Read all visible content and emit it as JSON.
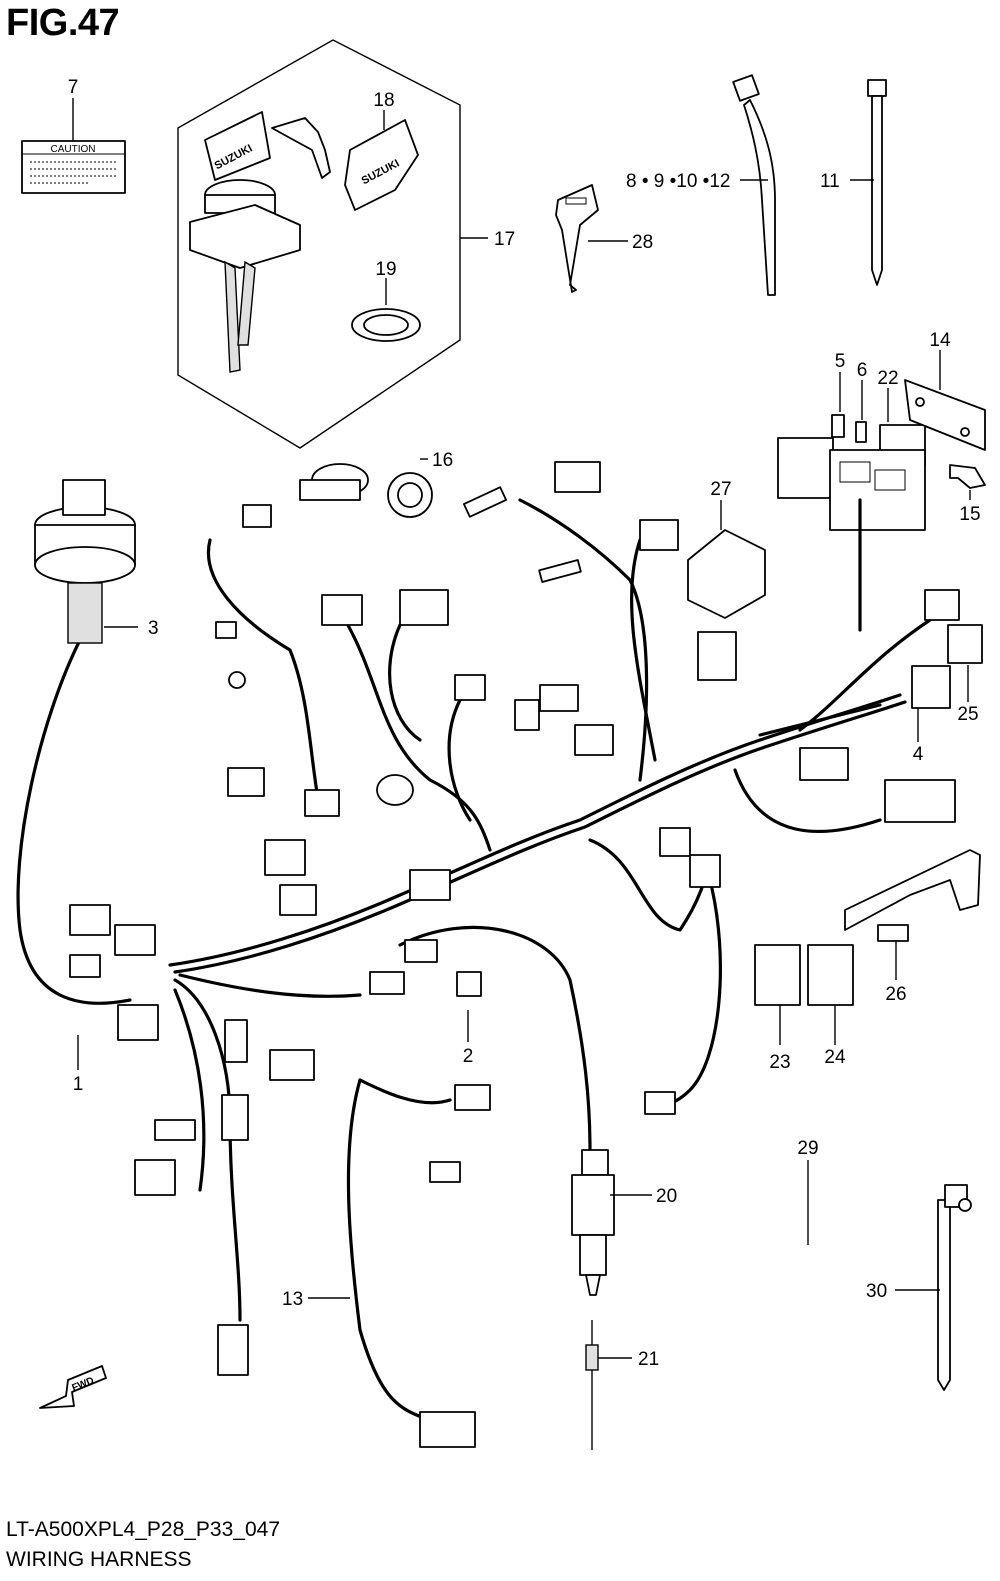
{
  "figure": {
    "title": "FIG.47",
    "drawing_code": "LT-A500XPL4_P28_P33_047",
    "name": "WIRING HARNESS"
  },
  "labels": {
    "caution_label_text": "CAUTION",
    "ignition_key_brand": "SUZUKI",
    "fwd_arrow_text": "FWD"
  },
  "callouts": [
    {
      "id": "c1",
      "text": "1"
    },
    {
      "id": "c2",
      "text": "2"
    },
    {
      "id": "c3",
      "text": "3"
    },
    {
      "id": "c4",
      "text": "4"
    },
    {
      "id": "c5",
      "text": "5"
    },
    {
      "id": "c6",
      "text": "6"
    },
    {
      "id": "c7",
      "text": "7"
    },
    {
      "id": "c8",
      "text": "8 • 9 •10 •12"
    },
    {
      "id": "c11",
      "text": "11"
    },
    {
      "id": "c13",
      "text": "13"
    },
    {
      "id": "c14",
      "text": "14"
    },
    {
      "id": "c15",
      "text": "15"
    },
    {
      "id": "c16",
      "text": "16"
    },
    {
      "id": "c17",
      "text": "17"
    },
    {
      "id": "c18",
      "text": "18"
    },
    {
      "id": "c19",
      "text": "19"
    },
    {
      "id": "c20",
      "text": "20"
    },
    {
      "id": "c21",
      "text": "21"
    },
    {
      "id": "c22",
      "text": "22"
    },
    {
      "id": "c23",
      "text": "23"
    },
    {
      "id": "c24",
      "text": "24"
    },
    {
      "id": "c25",
      "text": "25"
    },
    {
      "id": "c26",
      "text": "26"
    },
    {
      "id": "c27",
      "text": "27"
    },
    {
      "id": "c28",
      "text": "28"
    },
    {
      "id": "c29",
      "text": "29"
    },
    {
      "id": "c30",
      "text": "30"
    }
  ]
}
